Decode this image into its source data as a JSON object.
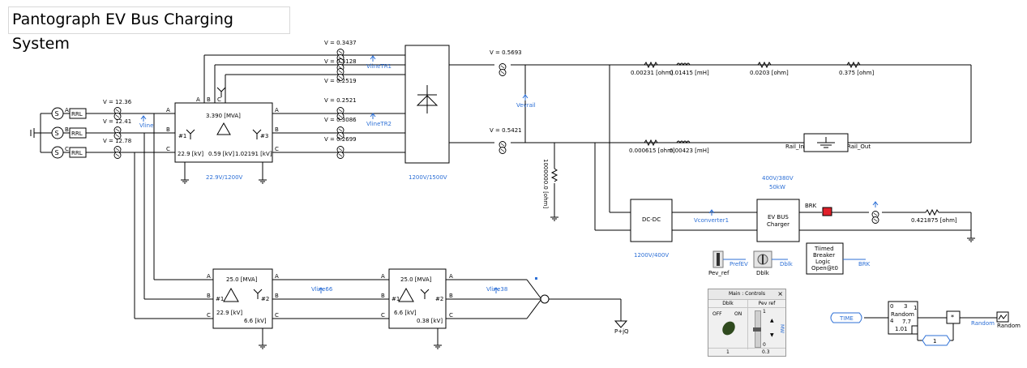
{
  "diagram": {
    "title": "Pantograph EV Bus Charging System",
    "meters": {
      "v_grid": "V = 12.36",
      "v_grid_2": "V = 12.41",
      "v_grid_3": "V = 12.78",
      "v_tr1": "V = 0.3437",
      "v_tr1_2": "V = 0.3128",
      "v_tr1_3": "V = 0.2519",
      "v_tr2": "V = 0.2521",
      "v_tr2_2": "V = 0.3086",
      "v_tr2_3": "V = 0.2699",
      "v_rail_top": "V = 0.5693",
      "v_rail_bot": "V = 0.5421"
    },
    "sources": {
      "rrl": "RRL",
      "phases": [
        "A",
        "B",
        "C"
      ]
    },
    "signals": {
      "vline": "Vline",
      "vline_tr1": "VlineTR1",
      "vline_tr2": "VlineTR2",
      "vevrail": "Vevrail",
      "vline66": "Vline66",
      "vline38": "Vline38",
      "vconverter1": "Vconverter1",
      "pref_ev": "PrefEV",
      "dblk": "Dblk",
      "brk": "BRK",
      "time": "TIME",
      "random": "Random"
    },
    "tr_main": {
      "mva": "3.390 [MVA]",
      "kv1": "22.9 [kV]",
      "kv2": "0.59 [kV]",
      "kv3": "1.02191 [kV]",
      "w1": "#1",
      "w3": "#3",
      "caption": "22.9V/1200V"
    },
    "rectifier": {
      "caption": "1200V/1500V"
    },
    "tr_66": {
      "mva": "25.0 [MVA]",
      "kv1": "22.9 [kV]",
      "kv2": "6.6 [kV]",
      "w1": "#1",
      "w2": "#2"
    },
    "tr_38": {
      "mva": "25.0 [MVA]",
      "kv1": "6.6 [kV]",
      "kv2": "0.38 [kV]",
      "w1": "#1",
      "w2": "#2"
    },
    "load": {
      "label": "P+jQ"
    },
    "line": {
      "r1": "0.00231 [ohm]",
      "l1": "0.01415 [mH]",
      "r2": "0.0203 [ohm]",
      "r3": "0.375 [ohm]",
      "r4": "0.000615 [ohm]",
      "l2": "0.00423 [mH]",
      "r_shunt": "1000000.0 [ohm]",
      "r_load": "0.421875 [ohm]"
    },
    "rail": {
      "in": "Rail_In",
      "out": "Rail_Out"
    },
    "dcdc": {
      "label": "DC-DC",
      "caption": "1200V/400V"
    },
    "charger": {
      "line1": "EV BUS",
      "line2": "Charger",
      "rating": "400V/380V",
      "power": "50kW"
    },
    "pev_ref_label": "Pev_ref",
    "dblk_label": "Dblk",
    "timed_breaker": {
      "l1": "Tiimed",
      "l2": "Breaker",
      "l3": "Logic",
      "l4": "Open@t0"
    },
    "random_block": {
      "title": "Random",
      "n0": "0",
      "n3": "3",
      "n1": "1",
      "n4": "4",
      "n77": "7.7",
      "n101": "1.01",
      "loop_label": "1",
      "output": "Random",
      "mult": "*"
    }
  },
  "controls": {
    "title": "Main : Controls",
    "close": "×",
    "col1_label": "Dblk",
    "off": "OFF",
    "on": "ON",
    "col2_label": "Pev ref",
    "slider_max": "1",
    "slider_min": "0",
    "unit": "MW",
    "value1": "1",
    "value2": "0.3"
  },
  "colors": {
    "signal": "#2c6fd6",
    "wire": "#000000",
    "breaker": "#e0202a"
  }
}
